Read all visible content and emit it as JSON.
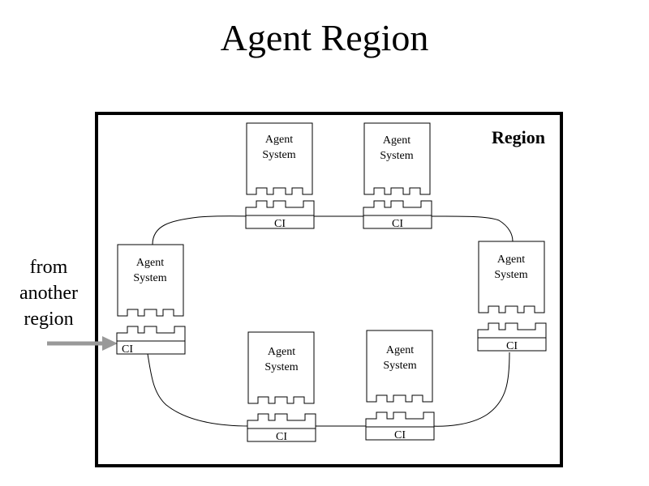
{
  "title": "Agent Region",
  "region_label": "Region",
  "external_source": {
    "lines": [
      "from",
      "another",
      "region"
    ]
  },
  "agent_label_lines": [
    "Agent",
    "System"
  ],
  "ci_label": "CI",
  "colors": {
    "frame": "#000000",
    "arrow": "#999999",
    "lines": "#000000",
    "background": "#ffffff"
  }
}
